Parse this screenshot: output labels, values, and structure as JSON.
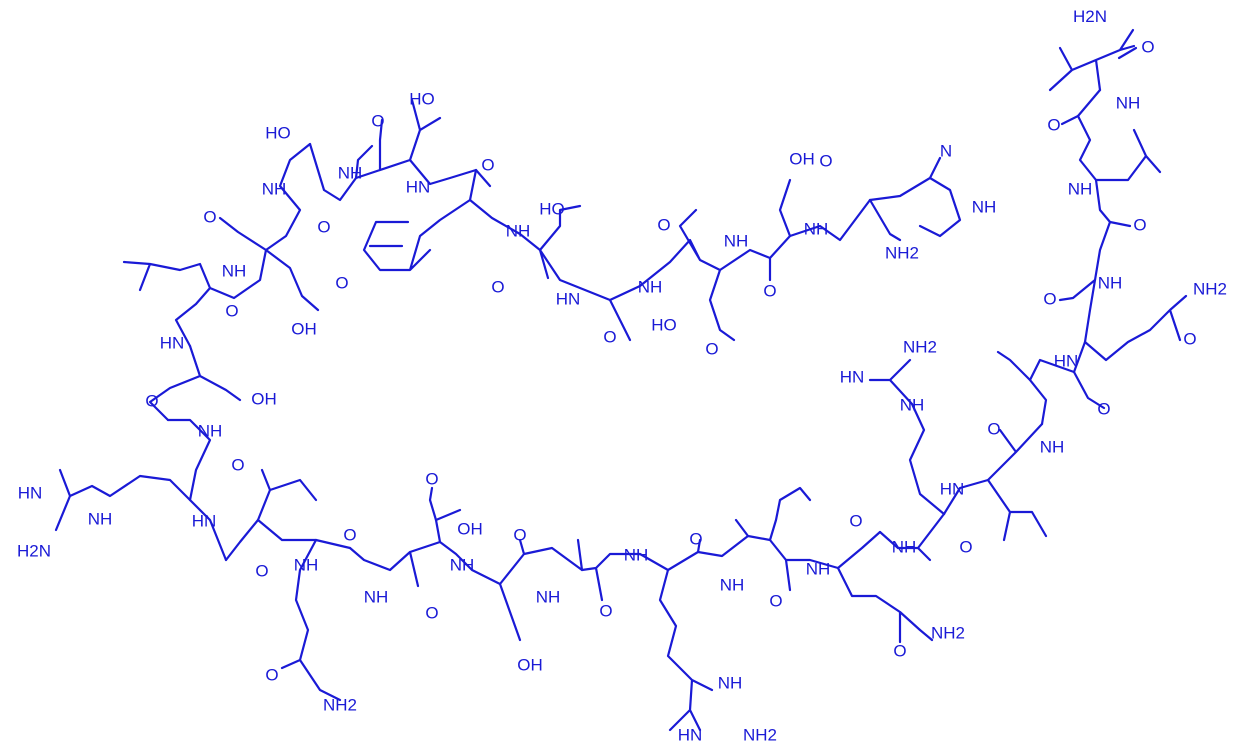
{
  "colors": {
    "structure": "#1a1ad6",
    "background": "#ffffff"
  },
  "labels": {
    "h2n_cterm": "H2N",
    "o_cterm": "O",
    "nh_val_leu": "NH",
    "o_leu_c": "O",
    "nh_leu_gly": "NH",
    "o_gly": "O",
    "nh_gly_gln": "NH",
    "o_gln_r": "O",
    "nh2_gln_r": "NH2",
    "hn_gln_leu": "HN",
    "o_leu_a": "O",
    "nh_leu_leu": "NH",
    "o_leu_b": "O",
    "hn_leu_arg": "HN",
    "o_arg_r": "O",
    "h2n_guan_r": "NH2",
    "hn_guan_r": "HN",
    "nh_guan_r": "NH",
    "nh_arg_gln": "NH",
    "o_gln_b": "O",
    "nh2_gln_b": "NH2",
    "nh_gln_leu": "NH",
    "o_leu_m": "O",
    "nh_leu_arg": "NH",
    "o_arg_m": "O",
    "nh_arg_guan": "NH",
    "hn_guan_m": "HN",
    "nh2_guan_m": "NH2",
    "nh_arg_ala": "NH",
    "o_ala": "O",
    "nh_ala_ser": "NH",
    "o_ser_b": "O",
    "oh_ser_b": "OH",
    "nh_ser_asp": "NH",
    "o_asp_b": "O",
    "oh_asp_b": "OH",
    "o_asp_b2": "O",
    "nh_asp_gln": "NH",
    "o_gln_l": "O",
    "o_gln_l2": "O",
    "nh2_gln_l": "NH2",
    "nh_gln_leu_l": "NH",
    "o_leu_l": "O",
    "hn_leu_arg_l": "HN",
    "o_arg_l": "O",
    "nh_guan_l": "NH",
    "hn_guan_l": "HN",
    "h2n_guan_l": "H2N",
    "nh_arg_ser": "NH",
    "o_ser_l": "O",
    "oh_ser_l": "OH",
    "hn_ser_leu": "HN",
    "o_leu_top": "O",
    "nh_leu_glu": "NH",
    "o_glu": "O",
    "o_glu_acid": "O",
    "oh_glu_acid": "OH",
    "nh_glu_ser": "NH",
    "oh_ser_t": "HO",
    "o_ser_t": "O",
    "nh_ser_thr": "NH",
    "oh_thr_t": "HO",
    "o_thr_t": "O",
    "hn_thr_phe": "HN",
    "o_phe": "O",
    "nh_phe_thr": "NH",
    "oh_thr_2": "HO",
    "o_thr_2": "O",
    "hn_thr_gly": "HN",
    "o_gly_2": "O",
    "nh_gly_asp": "NH",
    "o_asp_t": "O",
    "oh_asp_t": "HO",
    "o_asp_t2": "O",
    "nh_asp_ser": "NH",
    "oh_ser_n": "OH",
    "o_ser_n": "O",
    "nh_ser_his": "NH",
    "o_his": "O",
    "nh2_his": "NH2",
    "n_imid": "N",
    "nh_imid": "NH"
  }
}
